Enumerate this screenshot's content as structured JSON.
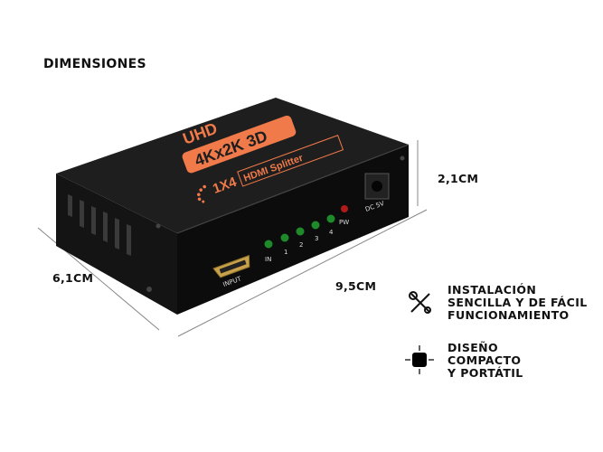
{
  "title": "DIMENSIONES",
  "dimensions": {
    "height": "2,1CM",
    "depth": "6,1CM",
    "width": "9,5CM"
  },
  "device": {
    "brand_line": "UHD",
    "resolution_badge": "4Kx2K 3D",
    "model_prefix": "1X4",
    "model_name": "HDMI Splitter",
    "port_label": "INPUT",
    "led_labels": [
      "IN",
      "1",
      "2",
      "3",
      "4",
      "PW"
    ],
    "power_label": "DC 5V",
    "accent_color": "#f07a4a"
  },
  "features": [
    {
      "icon": "tools-icon",
      "lines": [
        "INSTALACIÓN",
        "SENCILLA Y DE FÁCIL",
        "FUNCIONAMIENTO"
      ]
    },
    {
      "icon": "compact-icon",
      "lines": [
        "DISEÑO",
        "COMPACTO",
        "Y PORTÁTIL"
      ]
    }
  ]
}
